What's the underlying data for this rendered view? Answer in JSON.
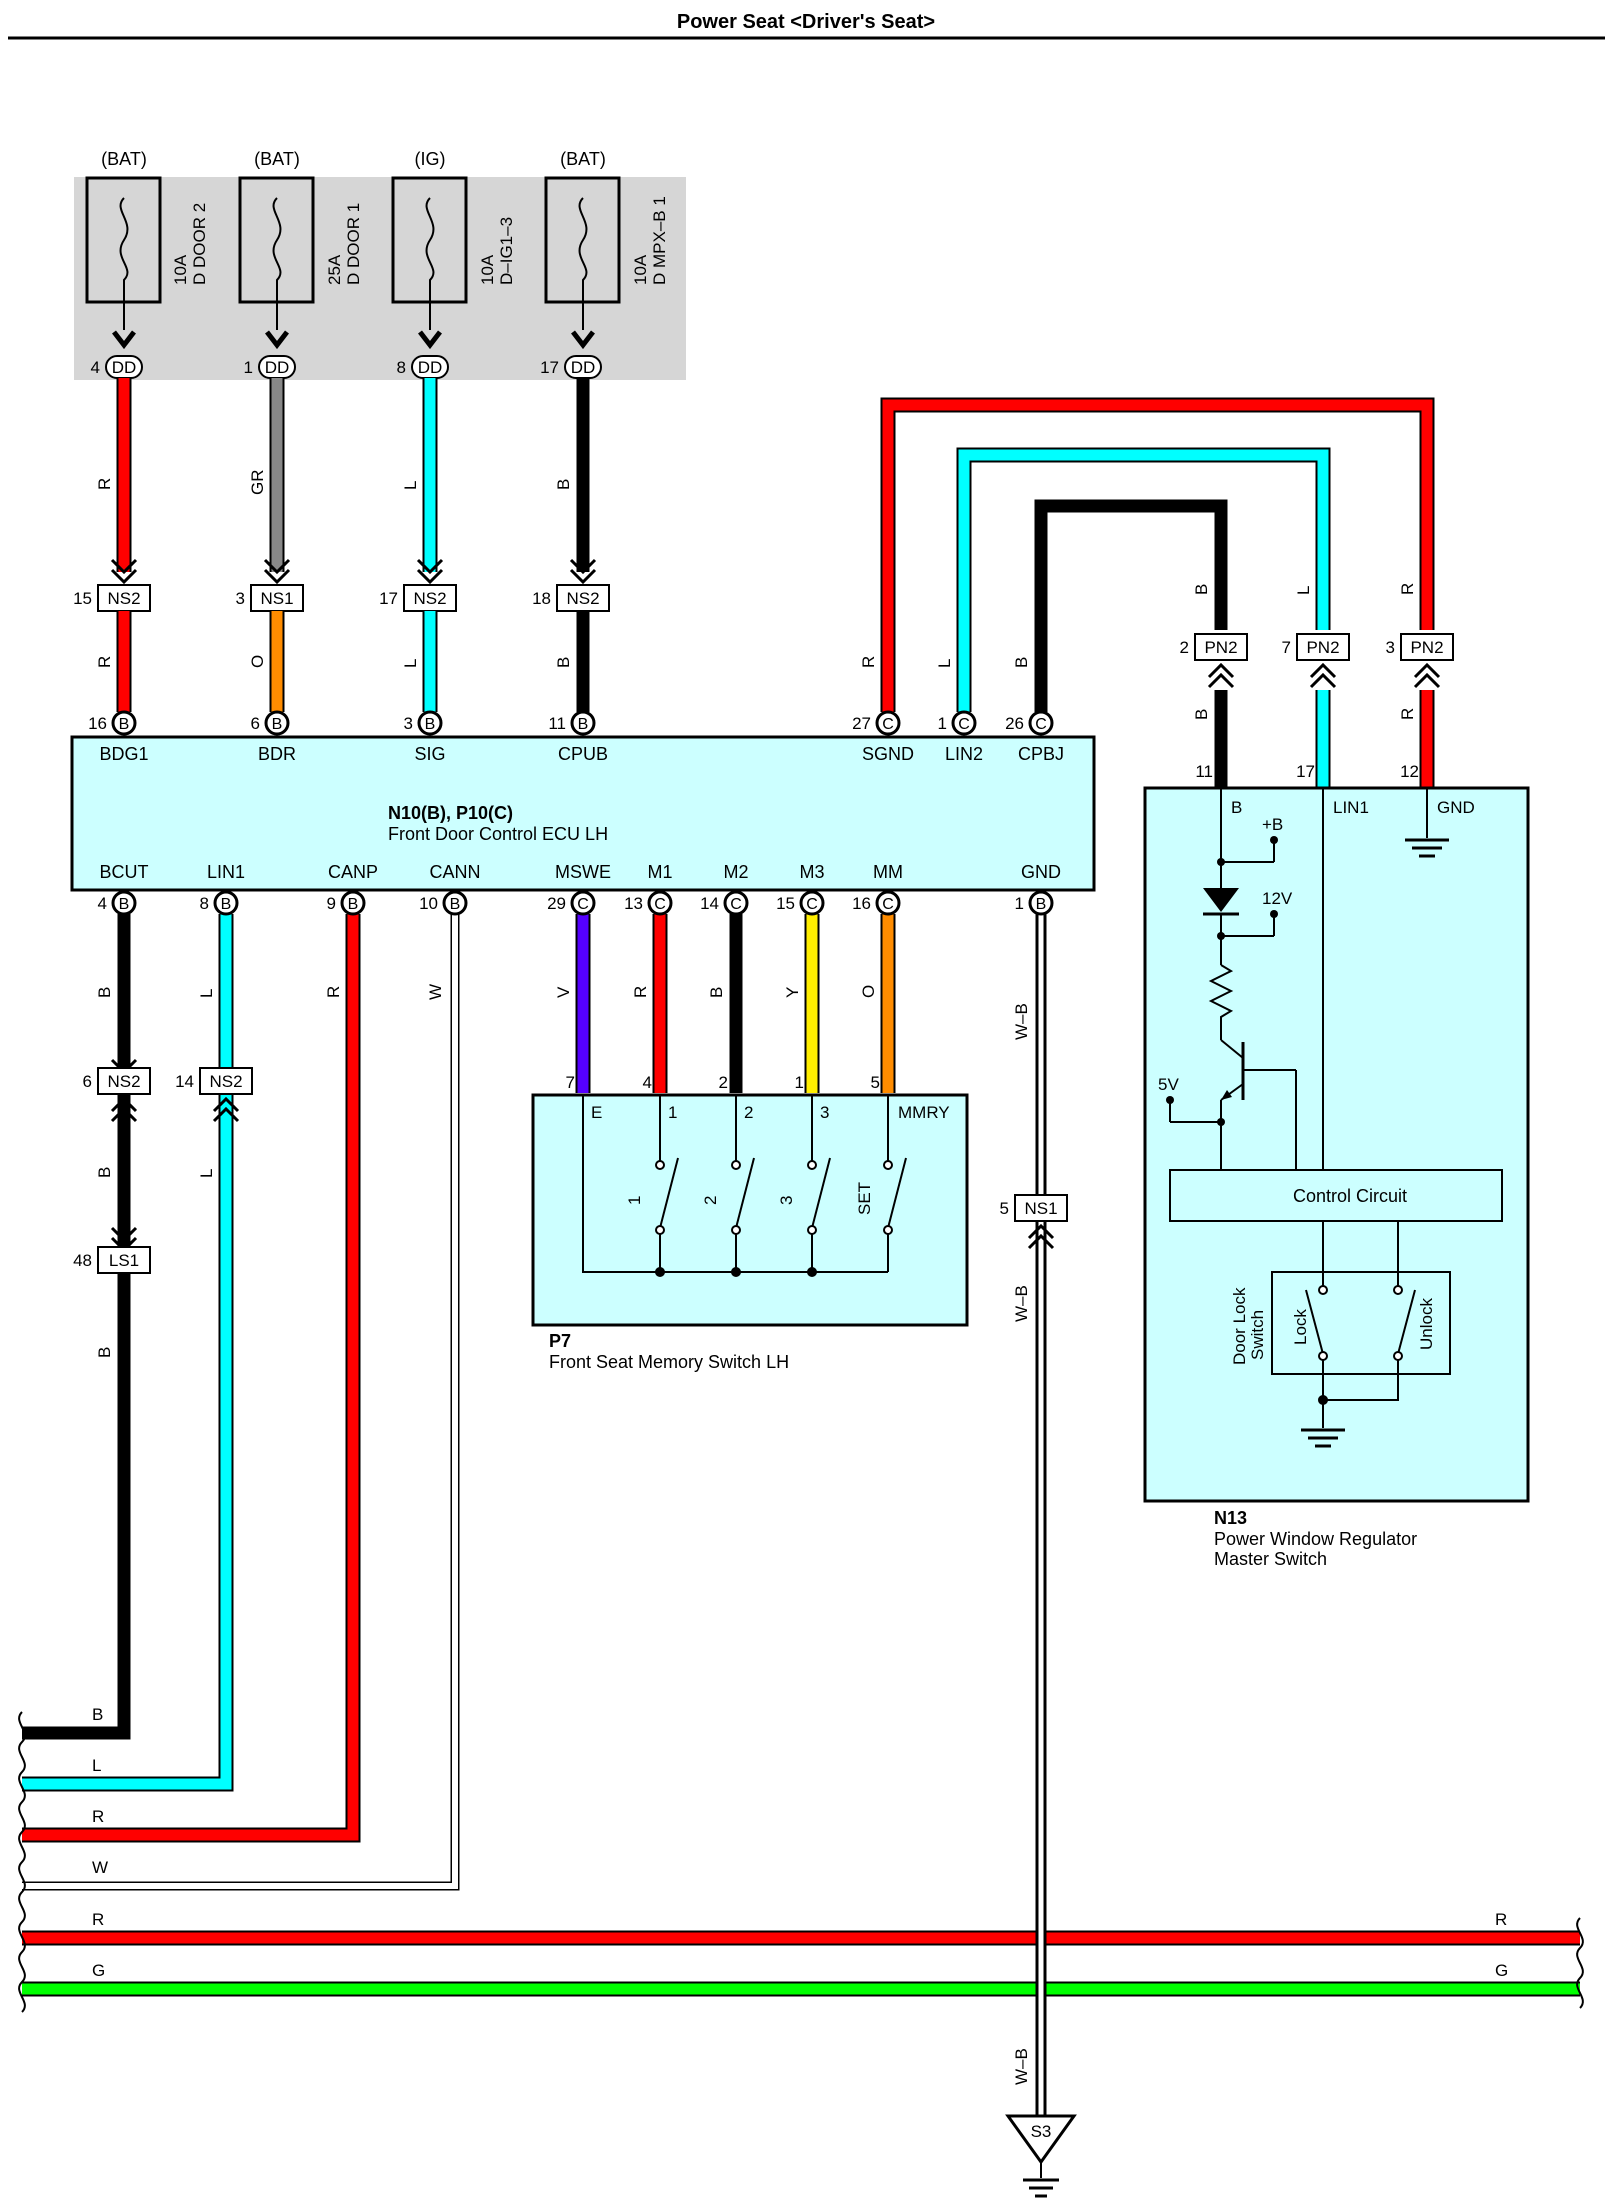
{
  "title": "Power Seat <Driver's Seat>",
  "colors": {
    "R": "#ff0000",
    "GR": "#888888",
    "L": "#00ffff",
    "B": "#000000",
    "O": "#ff8c00",
    "V": "#5500ff",
    "Y": "#ffee00",
    "G": "#00ff00",
    "W": "#ffffff",
    "ecu_fill": "#ccffff",
    "fuse_box": "#d0d0d0"
  },
  "fuse_block": {
    "fuses": [
      {
        "source": "(BAT)",
        "rating": "10A",
        "name": "D DOOR 2",
        "pin": "4",
        "conn": "DD",
        "wire": "R"
      },
      {
        "source": "(BAT)",
        "rating": "25A",
        "name": "D DOOR 1",
        "pin": "1",
        "conn": "DD",
        "wire": "GR"
      },
      {
        "source": "(IG)",
        "rating": "10A",
        "name": "D–IG1–3",
        "pin": "8",
        "conn": "DD",
        "wire": "L"
      },
      {
        "source": "(BAT)",
        "rating": "10A",
        "name": "D MPX–B 1",
        "pin": "17",
        "conn": "DD",
        "wire": "B"
      }
    ]
  },
  "upper_connectors": [
    {
      "pin": "15",
      "conn": "NS2",
      "wire_below": "R"
    },
    {
      "pin": "3",
      "conn": "NS1",
      "wire_below": "O"
    },
    {
      "pin": "17",
      "conn": "NS2",
      "wire_below": "L"
    },
    {
      "pin": "18",
      "conn": "NS2",
      "wire_below": "B"
    }
  ],
  "ecu": {
    "name": "N10(B), P10(C)",
    "desc": "Front Door Control ECU LH",
    "top_pins": [
      {
        "pin": "16",
        "conn": "B",
        "label": "BDG1"
      },
      {
        "pin": "6",
        "conn": "B",
        "label": "BDR"
      },
      {
        "pin": "3",
        "conn": "B",
        "label": "SIG"
      },
      {
        "pin": "11",
        "conn": "B",
        "label": "CPUB"
      },
      {
        "pin": "27",
        "conn": "C",
        "label": "SGND",
        "wire": "R"
      },
      {
        "pin": "1",
        "conn": "C",
        "label": "LIN2",
        "wire": "L"
      },
      {
        "pin": "26",
        "conn": "C",
        "label": "CPBJ",
        "wire": "B"
      }
    ],
    "bottom_pins": [
      {
        "pin": "4",
        "conn": "B",
        "label": "BCUT",
        "wire": "B"
      },
      {
        "pin": "8",
        "conn": "B",
        "label": "LIN1",
        "wire": "L"
      },
      {
        "pin": "9",
        "conn": "B",
        "label": "CANP",
        "wire": "R"
      },
      {
        "pin": "10",
        "conn": "B",
        "label": "CANN",
        "wire": "W"
      },
      {
        "pin": "29",
        "conn": "C",
        "label": "MSWE",
        "wire": "V"
      },
      {
        "pin": "13",
        "conn": "C",
        "label": "M1",
        "wire": "R"
      },
      {
        "pin": "14",
        "conn": "C",
        "label": "M2",
        "wire": "B"
      },
      {
        "pin": "15",
        "conn": "C",
        "label": "M3",
        "wire": "Y"
      },
      {
        "pin": "16",
        "conn": "C",
        "label": "MM",
        "wire": "O"
      },
      {
        "pin": "1",
        "conn": "B",
        "label": "GND",
        "wire": "W–B"
      }
    ]
  },
  "left_chain": {
    "c1": {
      "pin": "6",
      "conn": "NS2"
    },
    "c2": {
      "pin": "14",
      "conn": "NS2"
    },
    "c3": {
      "pin": "48",
      "conn": "LS1"
    },
    "wire_b": "B",
    "wire_l": "L"
  },
  "memory_switch": {
    "id": "P7",
    "desc": "Front Seat Memory Switch LH",
    "pins": [
      {
        "pin": "7",
        "label": "E"
      },
      {
        "pin": "4",
        "label": "1"
      },
      {
        "pin": "2",
        "label": "2"
      },
      {
        "pin": "1",
        "label": "3"
      },
      {
        "pin": "5",
        "label": "MMRY"
      }
    ],
    "switches": [
      "1",
      "2",
      "3",
      "SET"
    ]
  },
  "master_switch": {
    "id": "N13",
    "desc_line1": "Power Window Regulator",
    "desc_line2": "Master Switch",
    "connectors": [
      {
        "pin": "2",
        "conn": "PN2",
        "wire": "B"
      },
      {
        "pin": "7",
        "conn": "PN2",
        "wire": "L"
      },
      {
        "pin": "3",
        "conn": "PN2",
        "wire": "R"
      }
    ],
    "pins": [
      {
        "pin": "11",
        "label": "B"
      },
      {
        "pin": "17",
        "label": "LIN1"
      },
      {
        "pin": "12",
        "label": "GND"
      }
    ],
    "plus_b": "+B",
    "v12": "12V",
    "v5": "5V",
    "control_circuit": "Control Circuit",
    "door_lock_switch_1": "Door Lock",
    "door_lock_switch_2": "Switch",
    "lock": "Lock",
    "unlock": "Unlock"
  },
  "ground_wire": {
    "ns1": {
      "pin": "5",
      "conn": "NS1"
    },
    "wire_label": "W–B",
    "ground_point": "S3"
  },
  "bus_lines": [
    {
      "label": "B",
      "color": "B"
    },
    {
      "label": "L",
      "color": "L"
    },
    {
      "label": "R",
      "color": "R"
    },
    {
      "label": "W",
      "color": "W"
    },
    {
      "label": "R",
      "color": "R",
      "full": true
    },
    {
      "label": "G",
      "color": "G",
      "full": true
    }
  ]
}
